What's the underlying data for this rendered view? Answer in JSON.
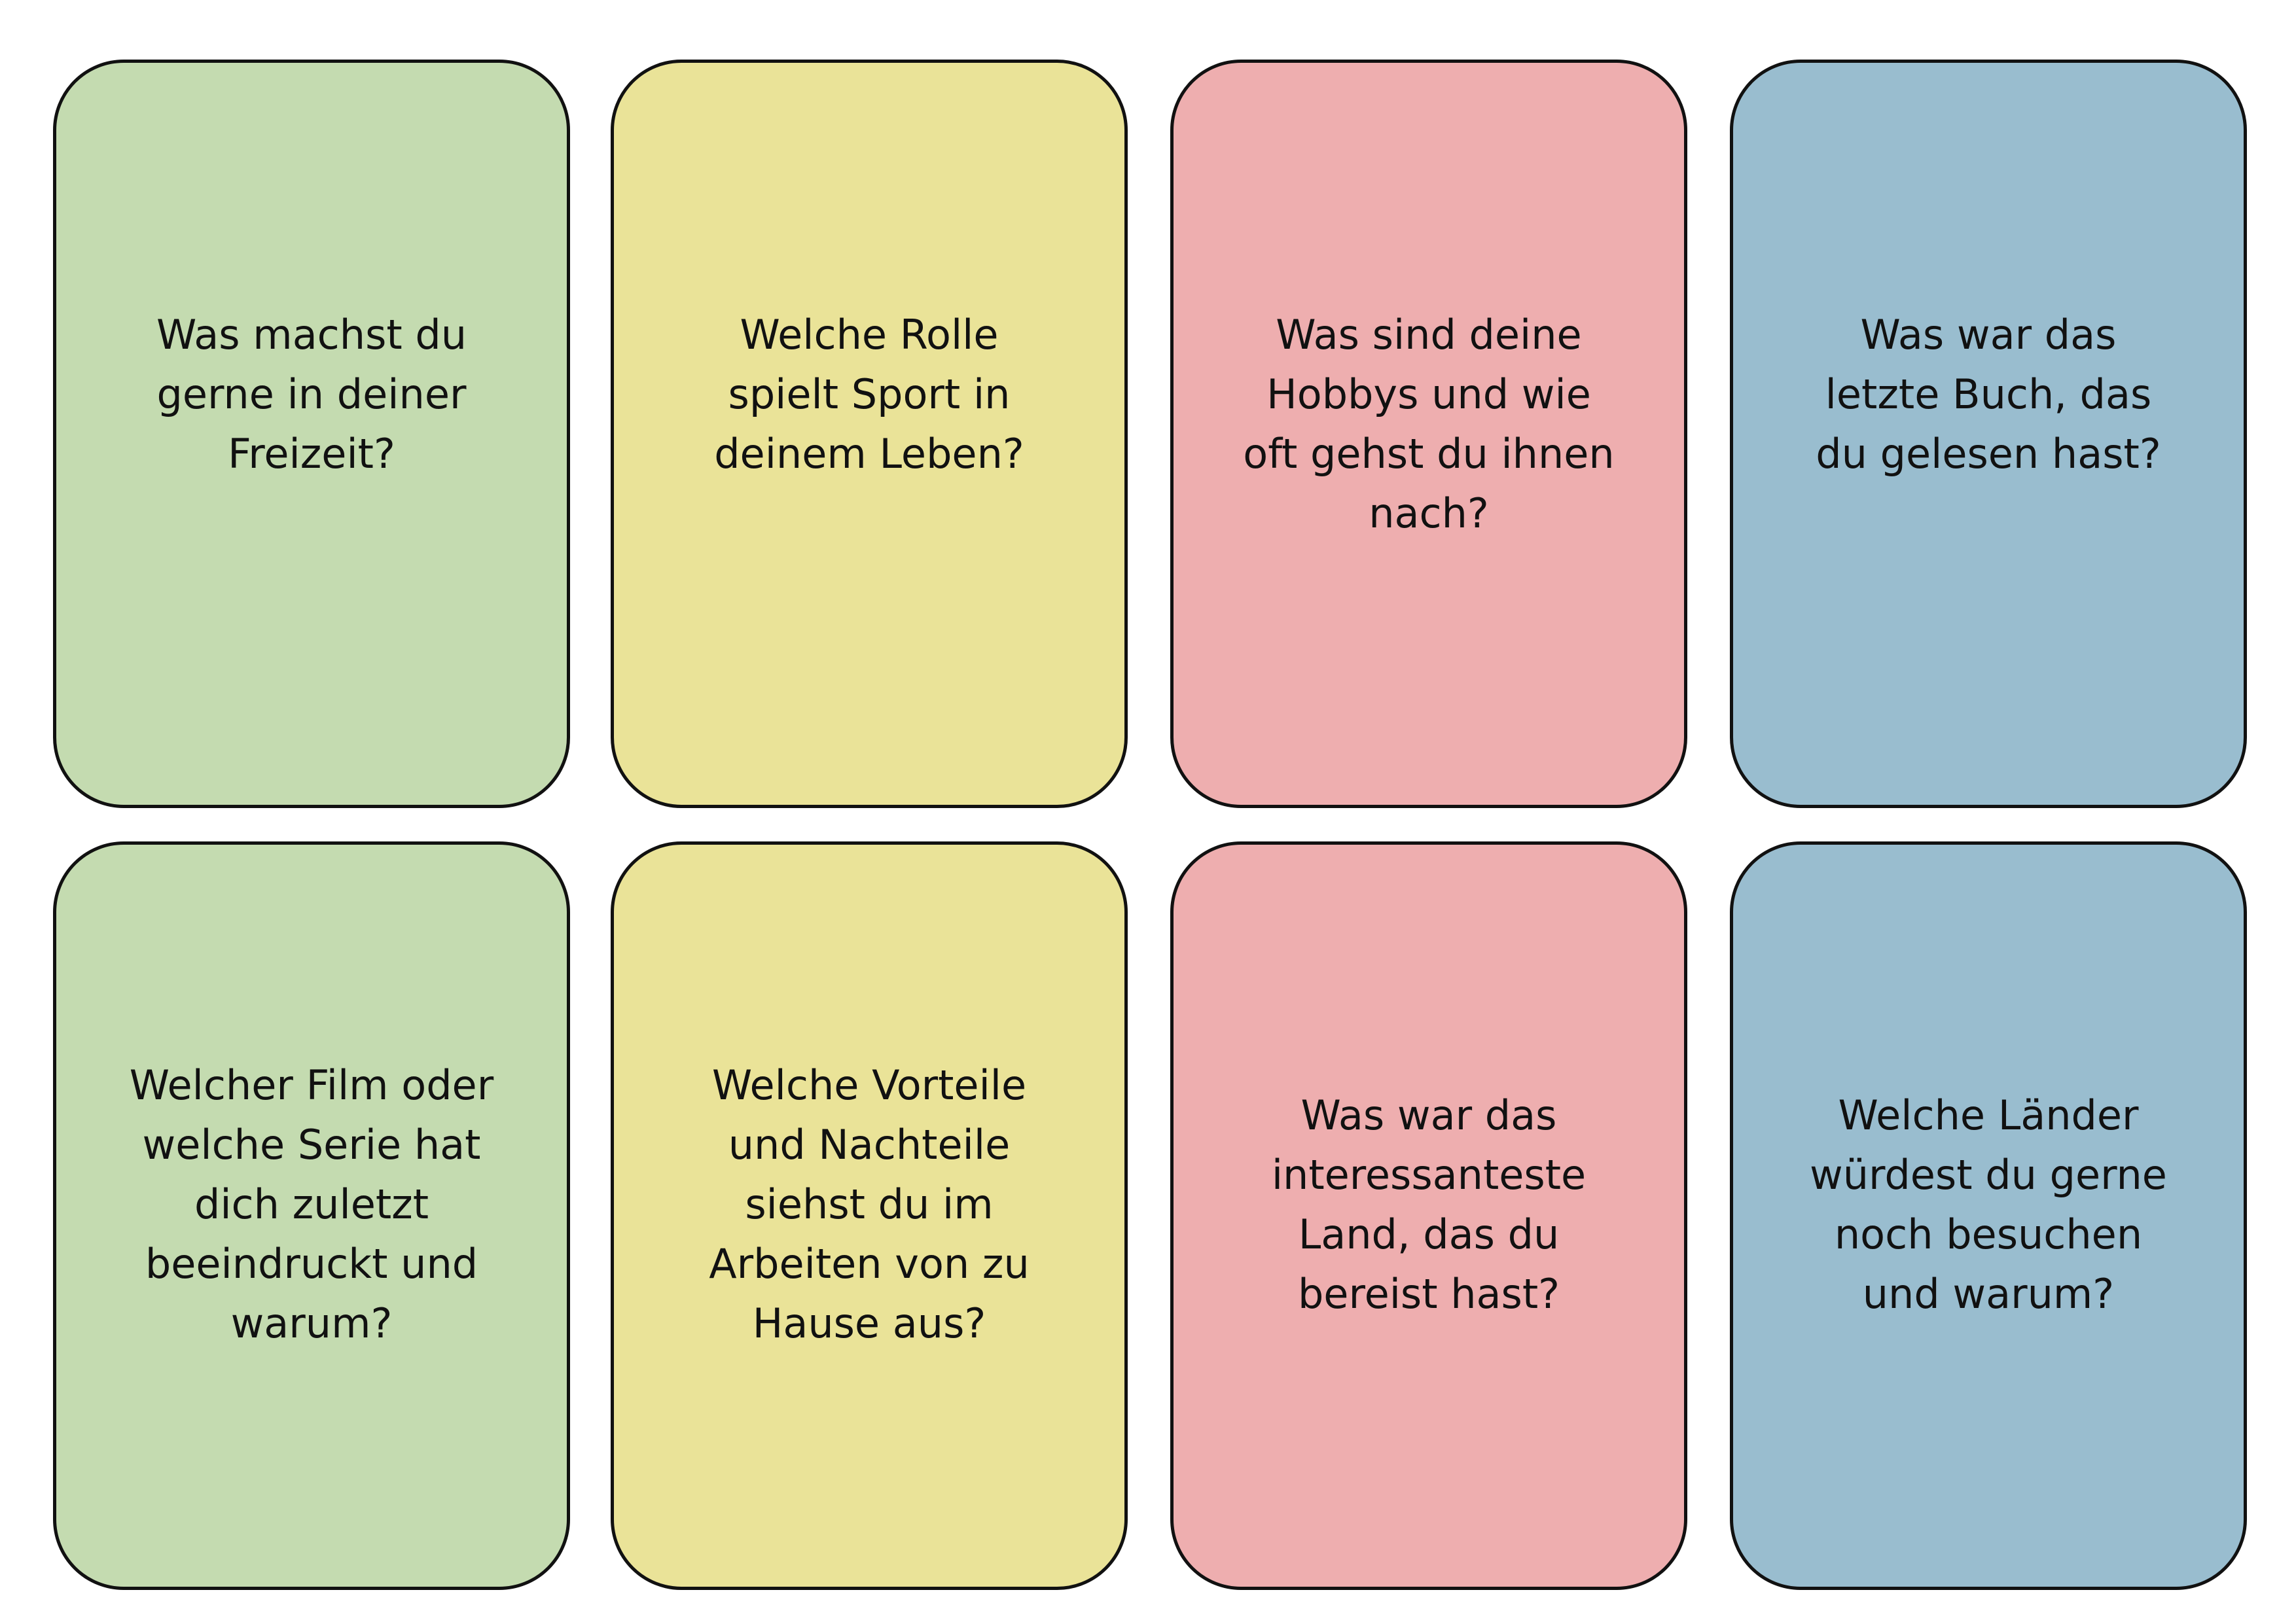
{
  "colors": {
    "green": "#c4dbb0",
    "yellow": "#eae398",
    "red": "#eeaeaf",
    "blue": "#99bdcf",
    "border": "#111111"
  },
  "cards": [
    {
      "text": "Was machst du\ngerne in deiner\nFreizeit?",
      "color": "#c4dbb0"
    },
    {
      "text": "Welche Rolle\nspielt Sport in\ndeinem Leben?",
      "color": "#eae398"
    },
    {
      "text": "Was sind deine\nHobbys und wie\noft gehst du ihnen\nnach?",
      "color": "#eeaeaf"
    },
    {
      "text": "Was war das\nletzte Buch, das\ndu gelesen hast?",
      "color": "#99bdcf"
    },
    {
      "text": "Welcher Film oder\nwelche Serie hat\ndich zuletzt\nbeeindruckt und\nwarum?",
      "color": "#c4dbb0"
    },
    {
      "text": "Welche Vorteile\nund Nachteile\nsiehst du im\nArbeiten von zu\nHause aus?",
      "color": "#eae398"
    },
    {
      "text": "Was war das\ninteressanteste\nLand, das du\nbereist hast?",
      "color": "#eeaeaf"
    },
    {
      "text": "Welche Länder\nwürdest du gerne\nnoch besuchen\nund warum?",
      "color": "#99bdcf"
    }
  ]
}
